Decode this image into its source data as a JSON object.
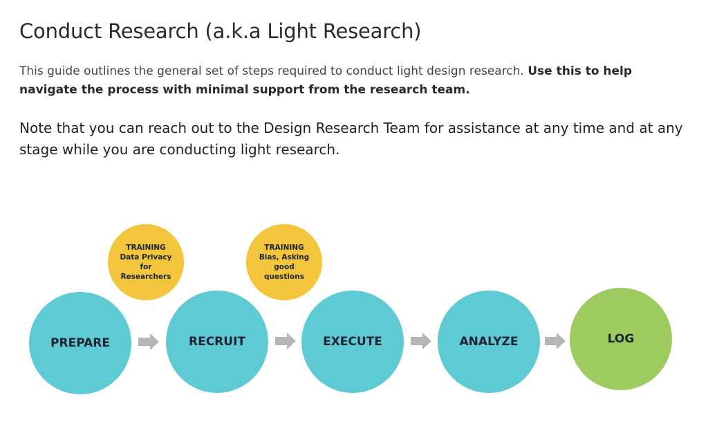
{
  "header": {
    "title": "Conduct Research (a.k.a Light Research)"
  },
  "intro": {
    "text": "This guide outlines the general set of steps required to conduct light design research. ",
    "bold_text": "Use this to help navigate the process with minimal support from the research team."
  },
  "note": {
    "text": "Note that you can reach out to the Design Research Team for assistance at any time and at any stage while you are conducting light research."
  },
  "diagram": {
    "steps": [
      {
        "label": "PREPARE",
        "color": "#5ecbd4"
      },
      {
        "label": "RECRUIT",
        "color": "#5ecbd4"
      },
      {
        "label": "EXECUTE",
        "color": "#5ecbd4"
      },
      {
        "label": "ANALYZE",
        "color": "#5ecbd4"
      },
      {
        "label": "LOG",
        "color": "#9dcb5f"
      }
    ],
    "trainings": [
      {
        "heading": "TRAINING",
        "lines": [
          "Data Privacy",
          "for",
          "Researchers"
        ]
      },
      {
        "heading": "TRAINING",
        "lines": [
          "Bias, Asking",
          "good",
          "questions"
        ]
      }
    ],
    "training_color": "#f2c53d",
    "arrow_color": "#b5b5b5",
    "arrow_icon": "right-arrow-icon"
  }
}
